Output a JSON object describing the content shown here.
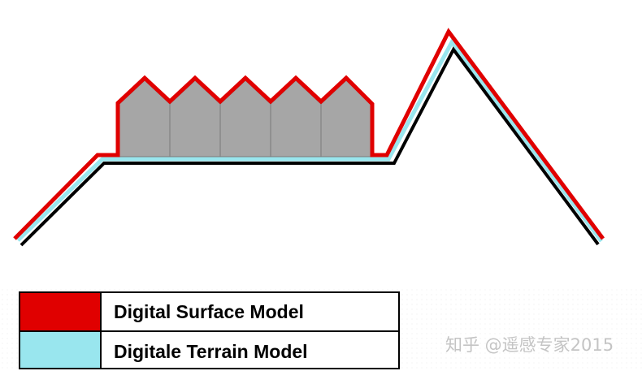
{
  "colors": {
    "surface": "#e00000",
    "terrain_line": "#000000",
    "terrain_shadow": "#99e6ee",
    "building_fill": "#a6a6a6",
    "building_edge": "#7a7a7a",
    "background": "#ffffff"
  },
  "legend": {
    "items": [
      {
        "label": "Digital Surface Model",
        "swatch_color": "#e00000"
      },
      {
        "label": "Digitale Terrain Model",
        "swatch_color": "#99e6ee"
      }
    ]
  },
  "watermark": {
    "text": "知乎 @遥感专家2015"
  }
}
